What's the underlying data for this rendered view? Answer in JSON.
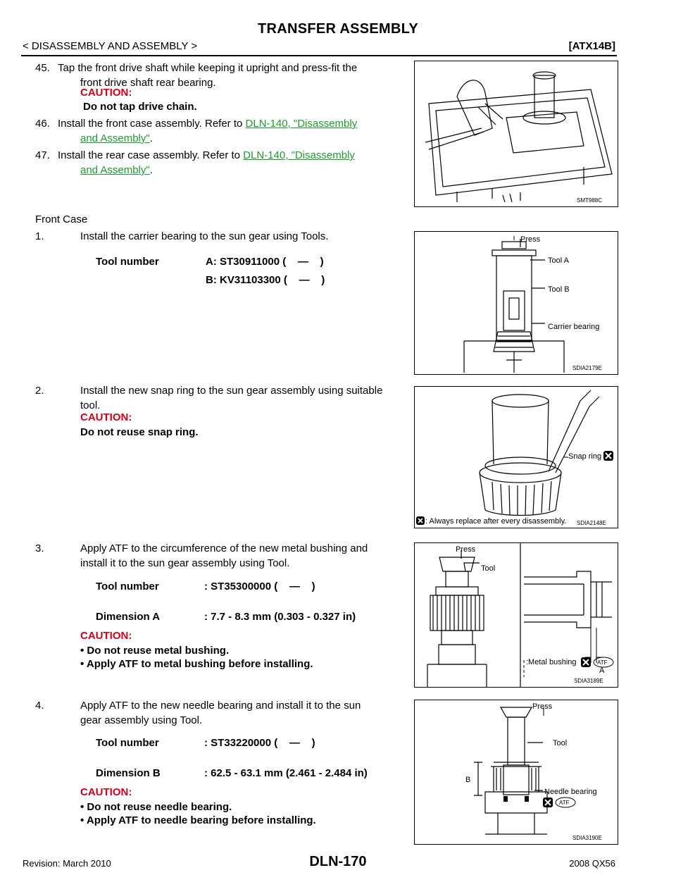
{
  "header": {
    "title": "TRANSFER ASSEMBLY",
    "section": "< DISASSEMBLY AND ASSEMBLY >",
    "code": "[ATX14B]"
  },
  "steps_top": {
    "s45_num": "45.",
    "s45_line1": "Tap the front drive shaft while keeping it upright and press-fit the",
    "s45_line2": "front drive shaft rear bearing.",
    "s45_caution": "CAUTION:",
    "s45_caution_text": "Do not tap drive chain.",
    "s46_num": "46.",
    "s46_text": "Install the front case assembly. Refer to ",
    "s46_link1": "DLN-140, \"Disassembly",
    "s46_link2": "and Assembly\"",
    "s46_end": ".",
    "s47_num": "47.",
    "s47_text": "Install the rear case assembly. Refer to ",
    "s47_link1": "DLN-140, \"Disassembly",
    "s47_link2": "and Assembly\"",
    "s47_end": "."
  },
  "front_case": {
    "heading": "Front Case",
    "s1_num": "1.",
    "s1_text": "Install the carrier bearing to the sun gear using Tools.",
    "s1_tool_label": "Tool number",
    "s1_tool_a": "A: ST30911000 (    —    )",
    "s1_tool_b": "B: KV31103300 (    —    )",
    "s2_num": "2.",
    "s2_line1": "Install the new snap ring to the sun gear assembly using suitable",
    "s2_line2": "tool.",
    "s2_caution": "CAUTION:",
    "s2_caution_text": "Do not reuse snap ring.",
    "s3_num": "3.",
    "s3_line1": "Apply ATF to the circumference of the new metal bushing and",
    "s3_line2": "install it to the sun gear assembly using Tool.",
    "s3_tool_label": "Tool number",
    "s3_tool_value": ": ST35300000 (    —    )",
    "s3_dim_label": "Dimension A",
    "s3_dim_value": ": 7.7 - 8.3 mm (0.303 - 0.327 in)",
    "s3_caution": "CAUTION:",
    "s3_bullet1": "•  Do not reuse metal bushing.",
    "s3_bullet2": "•  Apply ATF to metal bushing before installing.",
    "s4_num": "4.",
    "s4_line1": "Apply ATF to the new needle bearing and install it to the sun",
    "s4_line2": "gear assembly using Tool.",
    "s4_tool_label": "Tool number",
    "s4_tool_value": ": ST33220000 (    —    )",
    "s4_dim_label": "Dimension B",
    "s4_dim_value": ": 62.5 - 63.1 mm (2.461 - 2.484 in)",
    "s4_caution": "CAUTION:",
    "s4_bullet1": "•  Do not reuse needle bearing.",
    "s4_bullet2": "•  Apply ATF to needle bearing before installing."
  },
  "figures": {
    "fig1_code": "SMT988C",
    "fig2_code": "SDIA2179E",
    "fig2_press": "Press",
    "fig2_tool_a": "Tool A",
    "fig2_tool_b": "Tool B",
    "fig2_carrier": "Carrier bearing",
    "fig3_code": "SDIA2148E",
    "fig3_snap": "Snap ring",
    "fig3_legend": ": Always replace after every disassembly.",
    "fig4_code": "SDIA3189E",
    "fig4_press": "Press",
    "fig4_tool": "Tool",
    "fig4_a": "A",
    "fig4_metal": ":Metal bushing",
    "fig4_atf": "ATF",
    "fig5_code": "SDIA3190E",
    "fig5_press": "Press",
    "fig5_tool": "Tool",
    "fig5_b": "B",
    "fig5_needle": "Needle bearing",
    "fig5_atf": "ATF"
  },
  "footer": {
    "revision": "Revision: March 2010",
    "page": "DLN-170",
    "model": "2008 QX56"
  }
}
